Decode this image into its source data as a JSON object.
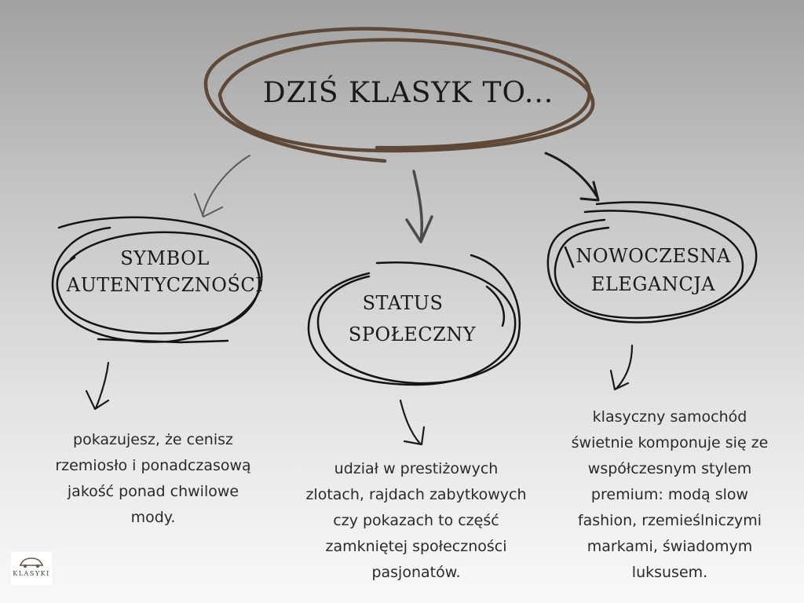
{
  "title": {
    "text": "DZIŚ KLASYK TO..."
  },
  "nodes": [
    {
      "lines": [
        "SYMBOL",
        "AUTENTYCZNOŚCI"
      ]
    },
    {
      "lines": [
        "STATUS",
        "SPOŁECZNY"
      ]
    },
    {
      "lines": [
        "NOWOCZESNA",
        "ELEGANCJA"
      ]
    }
  ],
  "descriptions": [
    {
      "lines": [
        "pokazujesz, że cenisz",
        "rzemiosło i ponadczasową",
        "jakość ponad chwilowe",
        "mody."
      ]
    },
    {
      "lines": [
        "udział w prestiżowych",
        "zlotach, rajdach zabytkowych",
        "czy pokazach to część",
        "zamkniętej społeczności",
        "pasjonatów."
      ]
    },
    {
      "lines": [
        "klasyczny samochód",
        "świetnie komponuje się ze",
        "współczesnym stylem",
        "premium: modą slow",
        "fashion, rzemieślniczymi",
        "markami, świadomym",
        "luksusem."
      ]
    }
  ],
  "logo": {
    "text": "KLASYKI"
  },
  "colors": {
    "title_ring": "#5e4838",
    "scribble": "#141414",
    "arrow_gray": "#4a4a4a",
    "arrow_dark": "#1a1a1a",
    "text": "#1a1a1a"
  }
}
